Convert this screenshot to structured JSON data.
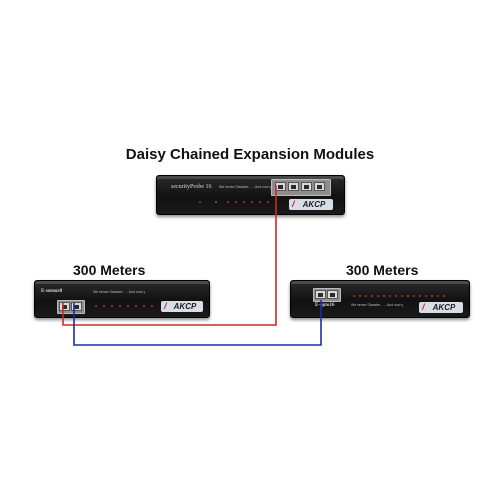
{
  "diagram": {
    "title": "Daisy Chained Expansion Modules",
    "left_distance_label": "300 Meters",
    "right_distance_label": "300 Meters"
  },
  "devices": {
    "main": {
      "model": "securityProbe 16",
      "tagline": "We sense Disaster... ...And now you are in Control",
      "brand": "AKCP",
      "ports": [
        "1",
        "2",
        "3",
        "4"
      ]
    },
    "left": {
      "model": "E-sensor8",
      "tagline": "We sense Disaster... ...And now you are in Control",
      "brand": "AKCP"
    },
    "right": {
      "model": "E-opto16",
      "tagline": "We sense Disaster... ...And now you are in Control",
      "brand": "AKCP"
    }
  },
  "colors": {
    "red_cable": "#cc2a2a",
    "blue_cable": "#1f2aa8"
  }
}
